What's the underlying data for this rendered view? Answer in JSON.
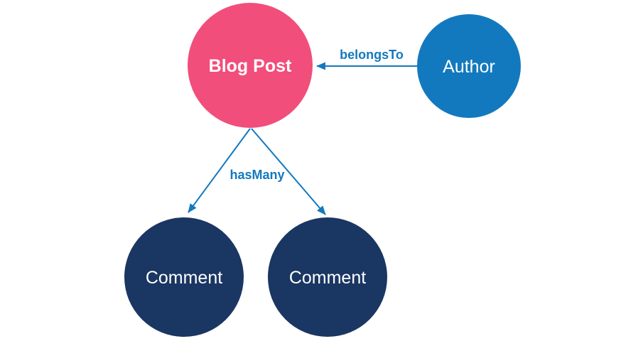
{
  "nodes": [
    {
      "id": "blog-post",
      "label": "Blog Post"
    },
    {
      "id": "author",
      "label": "Author"
    },
    {
      "id": "comment-left",
      "label": "Comment"
    },
    {
      "id": "comment-right",
      "label": "Comment"
    }
  ],
  "edges": [
    {
      "id": "belongs-to",
      "label": "belongsTo",
      "from": "Author",
      "to": "Blog Post"
    },
    {
      "id": "has-many",
      "label": "hasMany",
      "from": "Blog Post",
      "to": [
        "Comment",
        "Comment"
      ]
    }
  ],
  "colors": {
    "node_blog_post": "#F14E7B",
    "node_author": "#1379BE",
    "node_comment": "#1A3662",
    "node_text": "#FFFFFF",
    "edge": "#1379BE",
    "background": "#FFFFFF"
  }
}
